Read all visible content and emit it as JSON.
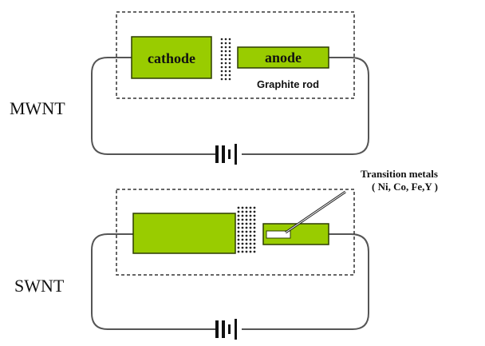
{
  "colors": {
    "electrode_fill": "#99cc00",
    "electrode_stroke": "#2d3d00",
    "wire": "#555555",
    "dashed_box": "#333333",
    "dots": "#222222",
    "text": "#111111",
    "battery": "#111111"
  },
  "mwnt": {
    "label": "MWNT",
    "cathode_label": "cathode",
    "anode_label": "anode",
    "rod_label": "Graphite rod"
  },
  "swnt": {
    "label": "SWNT",
    "callout_line1": "Transition metals",
    "callout_line2": "( Ni, Co, Fe,Y )"
  }
}
